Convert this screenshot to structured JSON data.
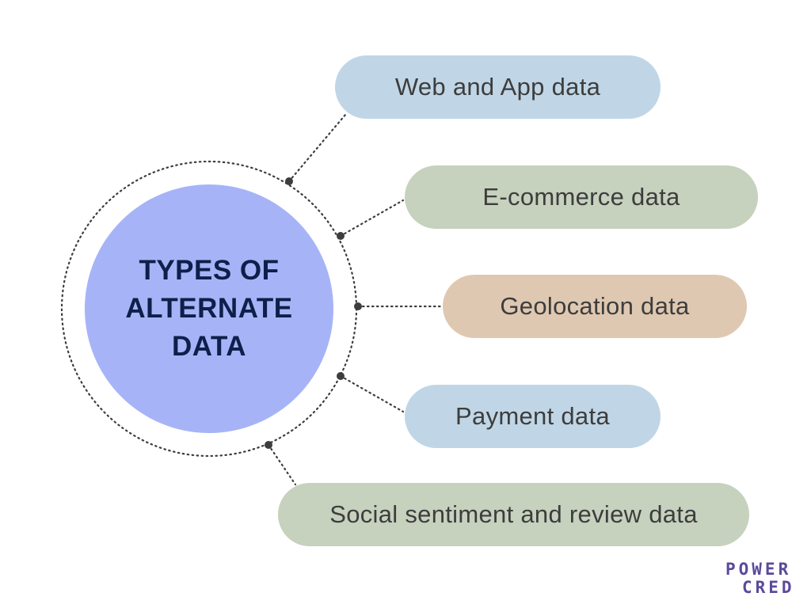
{
  "diagram": {
    "title": "TYPES OF ALTERNATE DATA",
    "colors": {
      "center_fill": "#a6b4f7",
      "center_text": "#0f1f4a",
      "connector": "#3d3d3d",
      "blue_pill": "#c0d6e6",
      "green_pill": "#c6d1be",
      "peach_pill": "#dfc8b1"
    },
    "items": [
      {
        "label": "Web and App data",
        "color": "#c0d6e6"
      },
      {
        "label": "E-commerce data",
        "color": "#c6d1be"
      },
      {
        "label": "Geolocation data",
        "color": "#dfc8b1"
      },
      {
        "label": "Payment data",
        "color": "#c0d6e6"
      },
      {
        "label": "Social sentiment and review data",
        "color": "#c6d1be"
      }
    ]
  },
  "logo": {
    "line1": "POWER",
    "line2": "CRED",
    "color": "#5b4a9c"
  }
}
